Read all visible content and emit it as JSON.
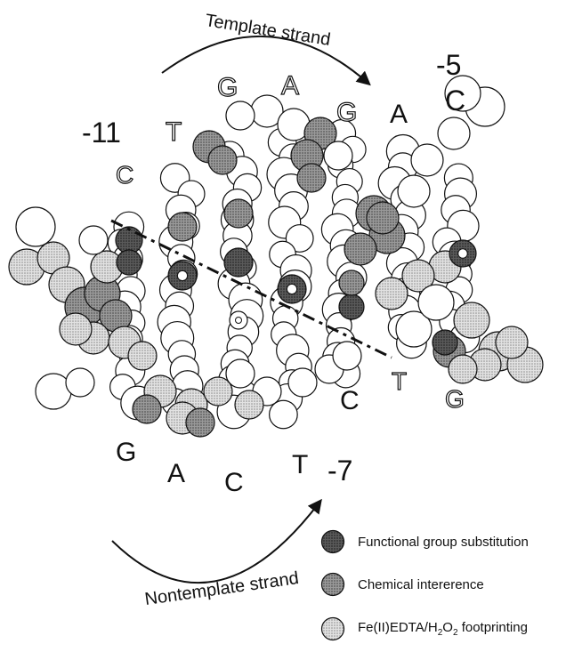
{
  "diagram": {
    "top_strand_label": "Template strand",
    "bottom_strand_label": "Nontemplate strand",
    "position_labels": {
      "top_left": "-11",
      "top_right": "-5",
      "bottom_right": "-7"
    },
    "template_bases": [
      {
        "letter": "C",
        "style": "outline"
      },
      {
        "letter": "T",
        "style": "outline"
      },
      {
        "letter": "G",
        "style": "outline"
      },
      {
        "letter": "A",
        "style": "outline"
      },
      {
        "letter": "G",
        "style": "outline"
      },
      {
        "letter": "A",
        "style": "solid"
      },
      {
        "letter": "C",
        "style": "solid"
      }
    ],
    "nontemplate_bases": [
      {
        "letter": "G",
        "style": "solid"
      },
      {
        "letter": "A",
        "style": "solid"
      },
      {
        "letter": "C",
        "style": "solid"
      },
      {
        "letter": "T",
        "style": "solid"
      },
      {
        "letter": "C",
        "style": "solid"
      },
      {
        "letter": "T",
        "style": "outline"
      },
      {
        "letter": "G",
        "style": "outline"
      }
    ]
  },
  "legend": [
    {
      "label": "Functional group substitution",
      "fill": "dark"
    },
    {
      "label": "Chemical intererence",
      "fill": "medium"
    },
    {
      "label_prefix": "Fe(II)EDTA/H",
      "sub1": "2",
      "label_mid": "O",
      "sub2": "2",
      "label_suffix": " footprinting",
      "fill": "light"
    }
  ],
  "colors": {
    "dark": "#4a4a4a",
    "medium": "#8a8a8a",
    "light": "#d4d4d4",
    "white": "#ffffff",
    "stroke": "#111111"
  }
}
